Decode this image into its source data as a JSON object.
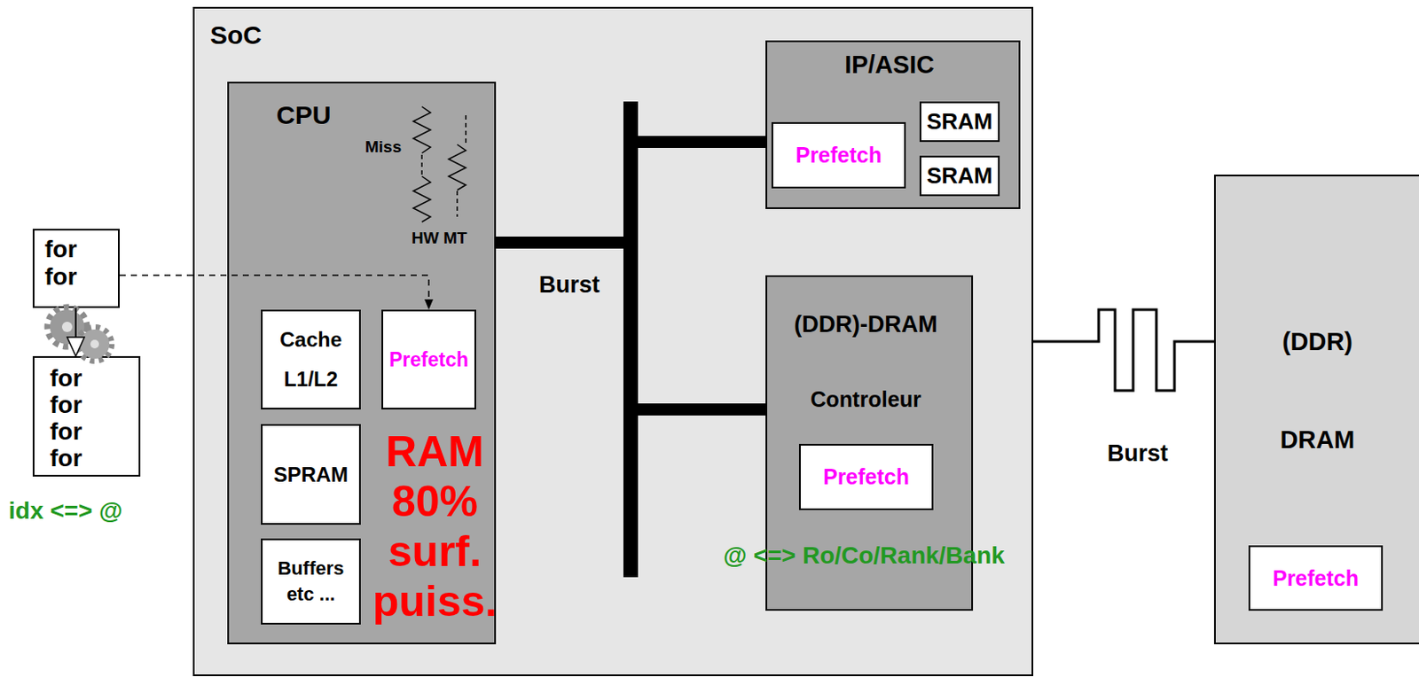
{
  "diagram": {
    "nodes": [
      {
        "text": [
          "SoC"
        ]
      },
      {
        "text": [
          "CPU"
        ],
        "in": 0
      },
      {
        "text": [
          "Cache L1/L2"
        ],
        "in": 1
      },
      {
        "text": [
          "Prefetch"
        ],
        "in": 1
      },
      {
        "text": [
          "SPRAM"
        ],
        "in": 1
      },
      {
        "text": [
          "Buffers etc ..."
        ],
        "in": 1
      },
      {
        "text": [
          "IP/ASIC"
        ],
        "in": 0
      },
      {
        "text": [
          "Prefetch"
        ],
        "in": 6
      },
      {
        "text": [
          "SRAM"
        ],
        "in": 6
      },
      {
        "text": [
          "SRAM"
        ],
        "in": 6
      },
      {
        "text": [
          "(DDR)-DRAM",
          "Controleur"
        ],
        "in": 0
      },
      {
        "text": [
          "Prefetch"
        ],
        "in": 10
      },
      {
        "text": [
          "(DDR)",
          "DRAM"
        ]
      },
      {
        "text": [
          "Prefetch"
        ],
        "in": 12
      },
      {
        "text": [
          "for for"
        ]
      },
      {
        "text": [
          "for for for for"
        ]
      }
    ],
    "edges": [
      {
        "from": 14,
        "to": 3,
        "arrow": "to"
      },
      {
        "from": 14,
        "to": 15,
        "arrow": "to"
      },
      {
        "from": 1,
        "to": 6,
        "arrow": "none"
      },
      {
        "from": 1,
        "to": 10,
        "arrow": "none"
      },
      {
        "from": 0,
        "to": 12,
        "arrow": "none"
      }
    ],
    "labels": [
      "Miss",
      "HW MT",
      "Burst",
      "RAM 80% surf. puiss.",
      "idx <=> @",
      "@ <=> Ro/Co/Rank/Bank",
      "Burst"
    ]
  }
}
